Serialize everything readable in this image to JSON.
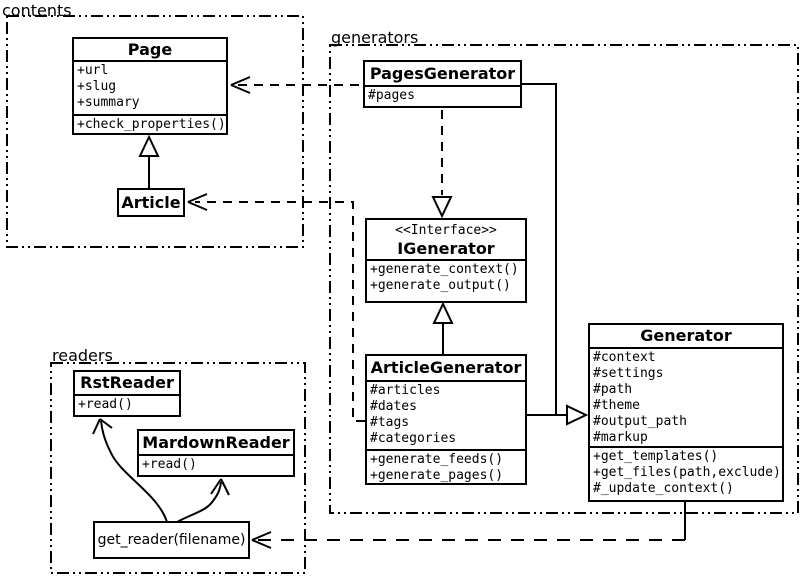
{
  "packages": {
    "contents": {
      "label": "contents"
    },
    "generators": {
      "label": "generators"
    },
    "readers": {
      "label": "readers"
    }
  },
  "classes": {
    "page": {
      "title": "Page",
      "attributes": [
        "+url",
        "+slug",
        "+summary"
      ],
      "methods": [
        "+check_properties()"
      ]
    },
    "article": {
      "title": "Article"
    },
    "pages_generator": {
      "title": "PagesGenerator",
      "attributes": [
        "#pages"
      ]
    },
    "igenerator": {
      "stereotype": "<<Interface>>",
      "title": "IGenerator",
      "methods": [
        "+generate_context()",
        "+generate_output()"
      ]
    },
    "article_generator": {
      "title": "ArticleGenerator",
      "attributes": [
        "#articles",
        "#dates",
        "#tags",
        "#categories"
      ],
      "methods": [
        "+generate_feeds()",
        "+generate_pages()"
      ]
    },
    "generator": {
      "title": "Generator",
      "attributes": [
        "#context",
        "#settings",
        "#path",
        "#theme",
        "#output_path",
        "#markup"
      ],
      "methods": [
        "+get_templates()",
        "+get_files(path,exclude)",
        "#_update_context()"
      ]
    },
    "rst_reader": {
      "title": "RstReader",
      "methods": [
        "+read()"
      ]
    },
    "mardown_reader": {
      "title": "MardownReader",
      "methods": [
        "+read()"
      ]
    },
    "get_reader": {
      "label": "get_reader(filename)"
    }
  },
  "relationships": [
    {
      "from": "Article",
      "to": "Page",
      "type": "inheritance"
    },
    {
      "from": "PagesGenerator",
      "to": "Page",
      "type": "dependency"
    },
    {
      "from": "PagesGenerator",
      "to": "IGenerator",
      "type": "realization"
    },
    {
      "from": "ArticleGenerator",
      "to": "IGenerator",
      "type": "inheritance"
    },
    {
      "from": "PagesGenerator",
      "to": "Generator",
      "type": "inheritance"
    },
    {
      "from": "ArticleGenerator",
      "to": "Generator",
      "type": "inheritance"
    },
    {
      "from": "ArticleGenerator",
      "to": "Article",
      "type": "dependency"
    },
    {
      "from": "Generator",
      "to": "get_reader(filename)",
      "type": "dependency"
    },
    {
      "from": "get_reader(filename)",
      "to": "RstReader",
      "type": "call"
    },
    {
      "from": "get_reader(filename)",
      "to": "MardownReader",
      "type": "call"
    }
  ],
  "colors": {
    "line": "#000000",
    "background": "#ffffff",
    "box_fill": "#ffffff"
  }
}
